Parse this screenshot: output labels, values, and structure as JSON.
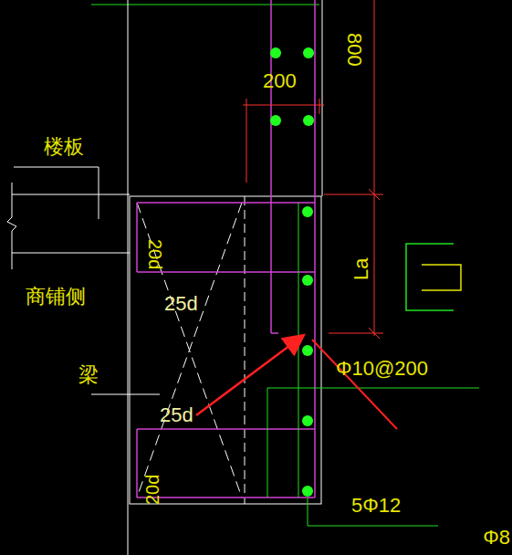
{
  "diagram": {
    "labels": [
      "800",
      "200",
      "楼板",
      "商铺侧",
      "20d",
      "25d",
      "梁",
      "25d",
      "20d",
      "La",
      "Φ10@200",
      "5Φ12",
      "Φ8"
    ]
  }
}
